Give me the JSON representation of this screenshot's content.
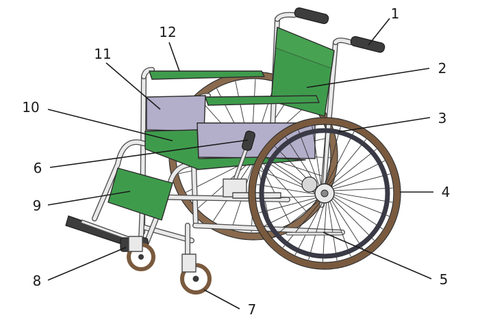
{
  "diagram": {
    "labels": [
      "1",
      "2",
      "3",
      "4",
      "5",
      "6",
      "7",
      "8",
      "9",
      "10",
      "11",
      "12"
    ]
  },
  "colors": {
    "seat_green": "#3f9b4c",
    "panel_lavender": "#b3aec9",
    "tire_brown": "#7a5a3e",
    "frame_gray": "#e9e9ea",
    "grip_dark": "#3d3d3d"
  }
}
